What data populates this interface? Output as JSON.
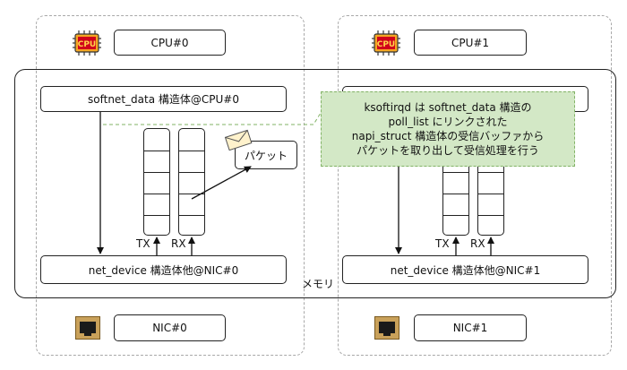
{
  "cpu0": {
    "icon_text": "CPU",
    "label": "CPU#0"
  },
  "cpu1": {
    "icon_text": "CPU",
    "label": "CPU#1"
  },
  "softnet0": {
    "label": "softnet_data 構造体@CPU#0"
  },
  "packet": {
    "label": "パケット"
  },
  "ring0": {
    "tx": "TX",
    "rx": "RX"
  },
  "ring1": {
    "tx": "TX",
    "rx": "RX"
  },
  "netdev0": {
    "label": "net_device 構造体他@NIC#0"
  },
  "netdev1": {
    "label": "net_device 構造体他@NIC#1"
  },
  "memory_label": "メモリ",
  "callout": {
    "lines": [
      "ksoftirqd は softnet_data 構造の",
      "poll_list にリンクされた",
      "napi_struct 構造体の受信バッファから",
      "パケットを取り出して受信処理を行う"
    ]
  },
  "nic0": {
    "label": "NIC#0"
  },
  "nic1": {
    "label": "NIC#1"
  },
  "colors": {
    "cpu_chip": "#f5a623",
    "cpu_core": "#d0021b",
    "callout_fill": "#d3e8c6",
    "callout_border": "#82b366",
    "envelope": "#fff2cc"
  }
}
